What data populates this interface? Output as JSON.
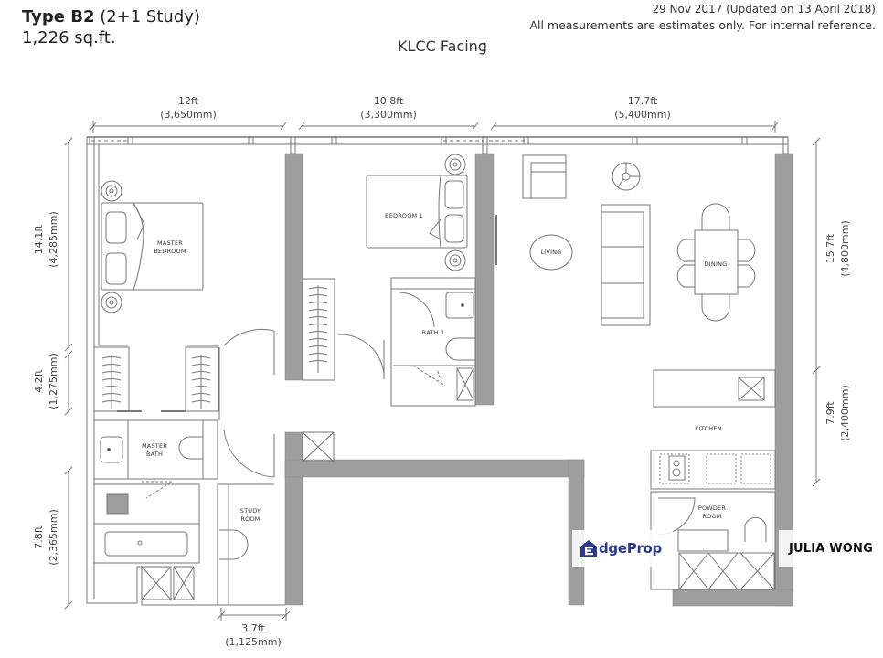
{
  "header": {
    "unit_type_bold": "Type B2",
    "unit_type_rest": " (2+1 Study)",
    "area": "1,226 sq.ft.",
    "date": "29 Nov 2017 (Updated on 13 April 2018)",
    "disclaimer": "All measurements are estimates only. For internal reference.",
    "orientation": "KLCC Facing"
  },
  "dimensions": {
    "top": [
      {
        "ft": "12ft",
        "mm": "(3,650mm)"
      },
      {
        "ft": "10.8ft",
        "mm": "(3,300mm)"
      },
      {
        "ft": "17.7ft",
        "mm": "(5,400mm)"
      }
    ],
    "left": [
      {
        "ft": "14.1ft",
        "mm": "(4,285mm)"
      },
      {
        "ft": "4.2ft",
        "mm": "(1,275mm)"
      },
      {
        "ft": "7.8ft",
        "mm": "(2,365mm)"
      }
    ],
    "right": [
      {
        "ft": "15.7ft",
        "mm": "(4,800mm)"
      },
      {
        "ft": "7.9ft",
        "mm": "(2,400mm)"
      }
    ],
    "bottom": [
      {
        "ft": "3.7ft",
        "mm": "(1,125mm)"
      }
    ]
  },
  "rooms": {
    "master_bedroom": [
      "MASTER",
      "BEDROOM"
    ],
    "bedroom_1": "BEDROOM 1",
    "bath_1": "BATH 1",
    "living": "LIVING",
    "dining": "DINING",
    "master_bath": [
      "MASTER",
      "BATH"
    ],
    "study_room": [
      "STUDY",
      "ROOM"
    ],
    "kitchen": "KITCHEN",
    "powder_room": [
      "POWDER",
      "ROOM"
    ]
  },
  "watermark": {
    "brand_initial": "E",
    "brand_rest_dark": "dge",
    "brand_rest_blue": "Prop",
    "agent": "JULIA WONG"
  },
  "colors": {
    "wall_fill": "#9e9e9e",
    "line": "#777777",
    "brand_blue": "#2b3a8c"
  }
}
